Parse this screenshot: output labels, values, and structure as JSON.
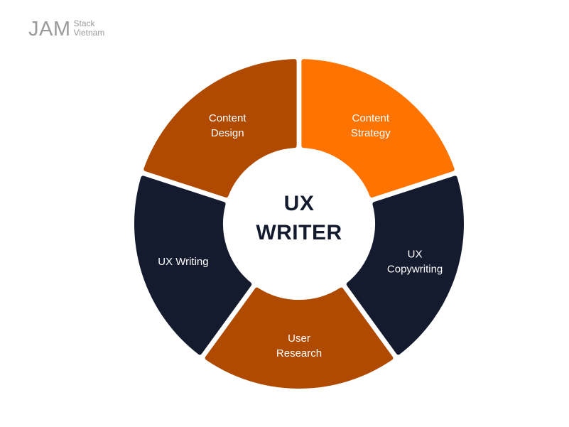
{
  "logo": {
    "mark": "JAM",
    "line1": "Stack",
    "line2": "Vietnam"
  },
  "colors": {
    "navy": "#141b2e",
    "brown": "#b04a00",
    "orange": "#ff7300",
    "logo_gray": "#9a9a9a"
  },
  "center": {
    "line1": "UX",
    "line2": "WRITER"
  },
  "segments": [
    {
      "name": "segment-ux-writing",
      "lines": [
        "UX Writing"
      ],
      "color": "#141b2e"
    },
    {
      "name": "segment-content-design",
      "lines": [
        "Content",
        "Design"
      ],
      "color": "#b04a00"
    },
    {
      "name": "segment-content-strategy",
      "lines": [
        "Content",
        "Strategy"
      ],
      "color": "#ff7300"
    },
    {
      "name": "segment-ux-copywriting",
      "lines": [
        "UX",
        "Copywriting"
      ],
      "color": "#141b2e"
    },
    {
      "name": "segment-user-research",
      "lines": [
        "User",
        "Research"
      ],
      "color": "#b04a00"
    }
  ]
}
